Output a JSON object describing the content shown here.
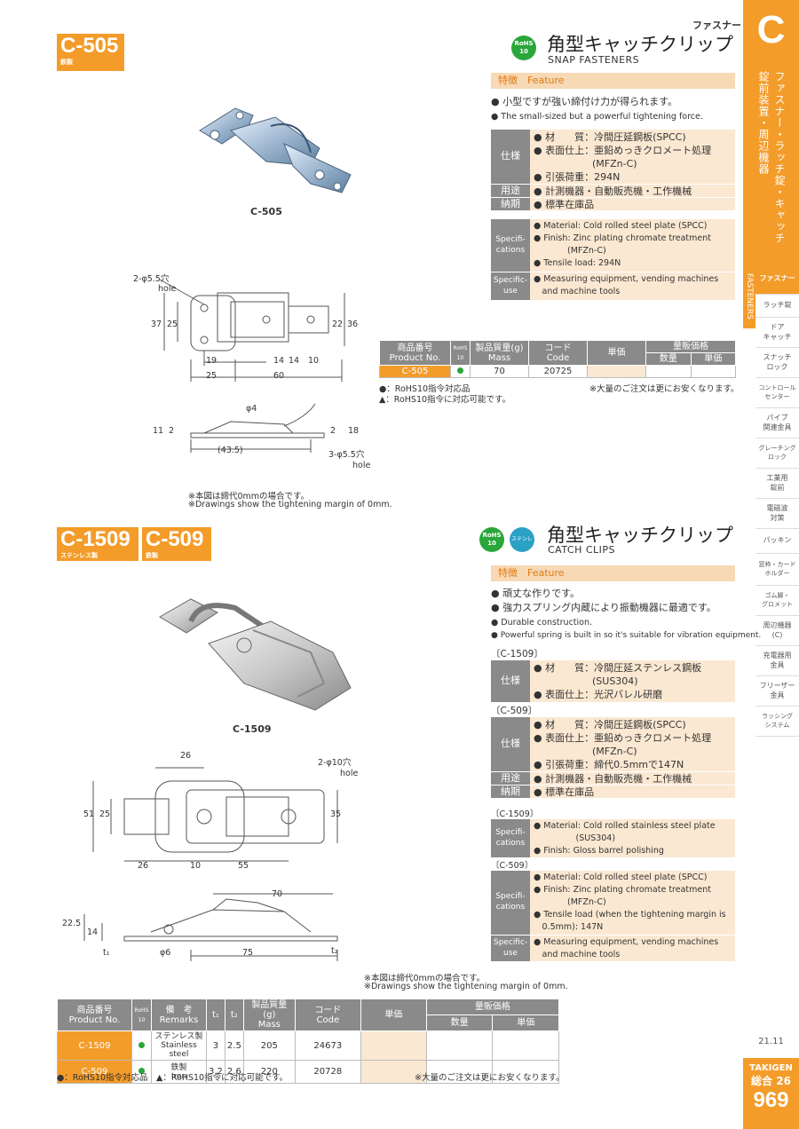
{
  "side": {
    "letter": "C",
    "vertical_main": "ファスナー・ラッチ錠・キャッチ",
    "vertical_sub": "錠前装置・周辺機器",
    "fasteners_en": "FASTENERS",
    "menu": [
      "ファスナー",
      "ラッチ錠",
      "ドア\nキャッチ",
      "スナッチ\nロック",
      "コントロール\nセンター",
      "パイプ\n関連金具",
      "グレーチング\nロック",
      "工業用\n錠前",
      "電磁波\n対策",
      "パッキン",
      "窓枠・カード\nホルダー",
      "ゴム脚・\nグロメット",
      "周辺機器\n(C)",
      "充電器用\n金具",
      "フリーザー\n金具",
      "ラッシング\nシステム"
    ],
    "edition": "21.11",
    "brand": "TAKIGEN",
    "catalog": "総合 26",
    "page": "969"
  },
  "icons": {
    "rohs_top": "RoHS",
    "rohs_bottom": "10",
    "stainless": "ステンレス"
  },
  "section1": {
    "category": "ファスナー",
    "code": "C-505",
    "material_tag": "鉄製",
    "title_jp": "角型キャッチクリップ",
    "title_en": "SNAP FASTENERS",
    "feature_label": "特徴　Feature",
    "feature_jp": "● 小型ですが強い締付け力が得られます。",
    "feature_en": "● The small-sized but a powerful tightening force.",
    "photo_caption": "C-505",
    "spec_jp": {
      "label": "仕様",
      "lines": [
        "● 材　　質：冷間圧延鋼板(SPCC)",
        "● 表面仕上：亜鉛めっきクロメート処理",
        "　　　　　　(MFZn-C)",
        "● 引張荷重：294N"
      ],
      "use_label": "用途",
      "use": "● 計測機器・自動販売機・工作機械",
      "delivery_label": "納期",
      "delivery": "● 標準在庫品"
    },
    "spec_en": {
      "label": "Specifi-\ncations",
      "lines": [
        "● Material: Cold rolled steel plate (SPCC)",
        "● Finish: Zinc plating chromate treatment",
        "　　　　(MFZn-C)",
        "● Tensile load: 294N"
      ],
      "use_label": "Specific-\nuse",
      "use": [
        "● Measuring equipment, vending machines",
        "　and machine tools"
      ]
    },
    "table": {
      "h_product": "商品番号\nProduct No.",
      "h_rohs": "RoHS\n10",
      "h_mass": "製品質量(g)\nMass",
      "h_code": "コード\nCode",
      "h_price": "単価",
      "h_bulk": "量販価格",
      "h_qty": "数量",
      "h_unit": "単価",
      "row": {
        "product": "C-505",
        "mass": "70",
        "code": "20725"
      }
    },
    "legend1": "●：RoHS10指令対応品",
    "legend2": "▲：RoHS10指令に対応可能です。",
    "bulk_note": "※大量のご注文は更にお安くなります。",
    "dims": {
      "hole_label": "2-φ5.5穴",
      "hole_en": "hole",
      "hole3_label": "3-φ5.5穴",
      "d37": "37",
      "d25v": "25",
      "d22": "22",
      "d36": "36",
      "d19": "19",
      "d14a": "14",
      "d14b": "14",
      "d10": "10",
      "d25h": "25",
      "d60": "60",
      "phi4": "φ4",
      "d11": "11",
      "d2a": "2",
      "d2b": "2",
      "d18": "18",
      "d435": "(43.5)"
    },
    "draw_note_jp": "※本図は締代0mmの場合です。",
    "draw_note_en": "※Drawings show the tightening margin of 0mm."
  },
  "section2": {
    "code1": "C-1509",
    "material1": "ステンレス製",
    "code2": "C-509",
    "material2": "鉄製",
    "title_jp": "角型キャッチクリップ",
    "title_en": "CATCH CLIPS",
    "feature_label": "特徴　Feature",
    "feature_jp1": "● 頑丈な作りです。",
    "feature_jp2": "● 強力スプリング内蔵により振動機器に最適です。",
    "feature_en1": "● Durable construction.",
    "feature_en2": "● Powerful spring is built in so it's suitable for vibration equipment.",
    "photo_caption": "C-1509",
    "sub1": "〔C-1509〕",
    "spec1_lines": [
      "● 材　　質：冷間圧延ステンレス鋼板",
      "　　　　　　(SUS304)",
      "● 表面仕上：光沢バレル研磨"
    ],
    "sub2": "〔C-509〕",
    "spec2_lines": [
      "● 材　　質：冷間圧延鋼板(SPCC)",
      "● 表面仕上：亜鉛めっきクロメート処理",
      "　　　　　　(MFZn-C)",
      "● 引張荷重：締代0.5mmで147N"
    ],
    "spec_label": "仕様",
    "use_label": "用途",
    "use": "● 計測機器・自動販売機・工作機械",
    "delivery_label": "納期",
    "delivery": "● 標準在庫品",
    "en_sub1": "〔C-1509〕",
    "en1_lines": [
      "● Material: Cold rolled stainless steel plate",
      "　　　　　(SUS304)",
      "● Finish: Gloss barrel polishing"
    ],
    "en_sub2": "〔C-509〕",
    "en2_lines": [
      "● Material: Cold rolled steel plate (SPCC)",
      "● Finish: Zinc plating chromate treatment",
      "　　　　(MFZn-C)",
      "● Tensile load (when the tightening margin is",
      "　0.5mm): 147N"
    ],
    "en_label": "Specifi-\ncations",
    "en_use_label": "Specific-\nuse",
    "en_use": [
      "● Measuring equipment, vending machines",
      "　and machine tools"
    ],
    "dims": {
      "d26a": "26",
      "hole_label": "2-φ10穴",
      "hole_en": "hole",
      "d51": "51",
      "d25": "25",
      "d35": "35",
      "d26b": "26",
      "d10": "10",
      "d55": "55",
      "d70": "70",
      "d225": "22.5",
      "d14": "14",
      "t1": "t₁",
      "phi6": "φ6",
      "d75": "75",
      "t2": "t₂"
    },
    "draw_note_jp": "※本図は締代0mmの場合です。",
    "draw_note_en": "※Drawings show the tightening margin of 0mm.",
    "table": {
      "h_product": "商品番号\nProduct No.",
      "h_rohs": "RoHS\n10",
      "h_remarks": "備　考\nRemarks",
      "h_t1": "t₁",
      "h_t2": "t₂",
      "h_mass": "製品質量(g)\nMass",
      "h_code": "コード\nCode",
      "h_price": "単価",
      "h_bulk": "量販価格",
      "h_qty": "数量",
      "h_unit": "単価",
      "rows": [
        {
          "product": "C-1509",
          "remarks": "ステンレス製\nStainless steel",
          "t1": "3",
          "t2": "2.5",
          "mass": "205",
          "code": "24673"
        },
        {
          "product": "C-509",
          "remarks": "鉄製\nIron",
          "t1": "3.2",
          "t2": "2.6",
          "mass": "220",
          "code": "20728"
        }
      ]
    },
    "legend": "●：RoHS10指令対応品　▲：RoHS10指令に対応可能です。",
    "bulk_note": "※大量のご注文は更にお安くなります。"
  },
  "colors": {
    "accent": "#f39c2a",
    "feature_bg": "#f7d9b6",
    "spec_bg": "#fbe8d2",
    "label_gray": "#8a8a8a",
    "rohs_green": "#2aa63a"
  }
}
